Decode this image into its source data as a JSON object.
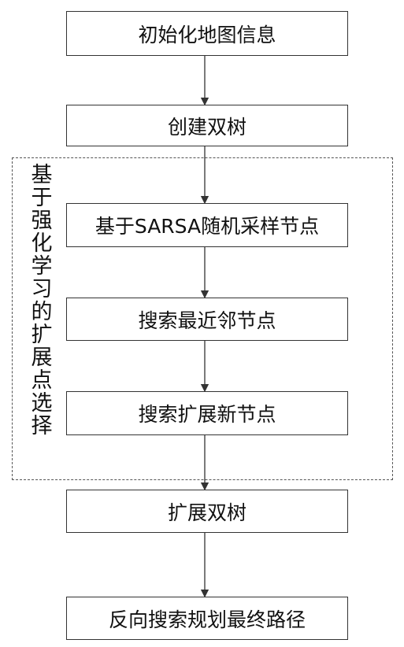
{
  "steps": [
    "初始化地图信息",
    "创建双树",
    "基于SARSA随机采样节点",
    "搜索最近邻节点",
    "搜索扩展新节点",
    "扩展双树",
    "反向搜索规划最终路径"
  ],
  "group_label": "基于强化学习的扩展点选择",
  "colors": {
    "line": "#333333",
    "text": "#111111"
  }
}
